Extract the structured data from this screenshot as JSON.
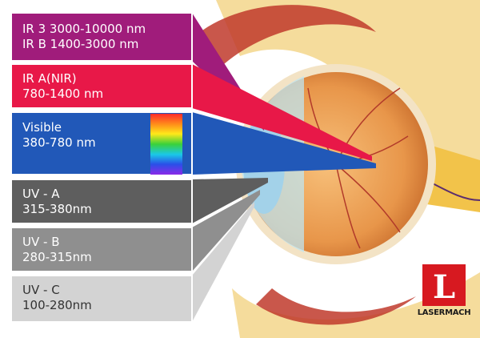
{
  "bands": [
    {
      "id": "ir-c",
      "line1": "IR 3 3000-10000 nm",
      "line2": "IR B 1400-3000 nm",
      "color": "#a01c7b",
      "text_color": "#ffffff"
    },
    {
      "id": "ir-a",
      "line1": "IR A(NIR)",
      "line2": "780-1400 nm",
      "color": "#e81848",
      "text_color": "#ffffff"
    },
    {
      "id": "visible",
      "line1": "Visible",
      "line2": "380-780 nm",
      "color": "#2158b8",
      "text_color": "#ffffff"
    },
    {
      "id": "uv-a",
      "line1": "UV - A",
      "line2": "315-380nm",
      "color": "#5e5e5e",
      "text_color": "#ffffff"
    },
    {
      "id": "uv-b",
      "line1": "UV - B",
      "line2": "280-315nm",
      "color": "#8f8f8f",
      "text_color": "#ffffff"
    },
    {
      "id": "uv-c",
      "line1": "UV - C",
      "line2": "100-280nm",
      "color": "#d3d3d3",
      "text_color": "#333333"
    }
  ],
  "spectrum_colors": [
    "#ff2a2a",
    "#ff8c1a",
    "#ffe81a",
    "#3ad13a",
    "#1ac8e8",
    "#2a4fe8",
    "#8a2ae8"
  ],
  "logo": {
    "wordmark": "LASERMACH",
    "letter": "L",
    "color": "#d71920"
  }
}
